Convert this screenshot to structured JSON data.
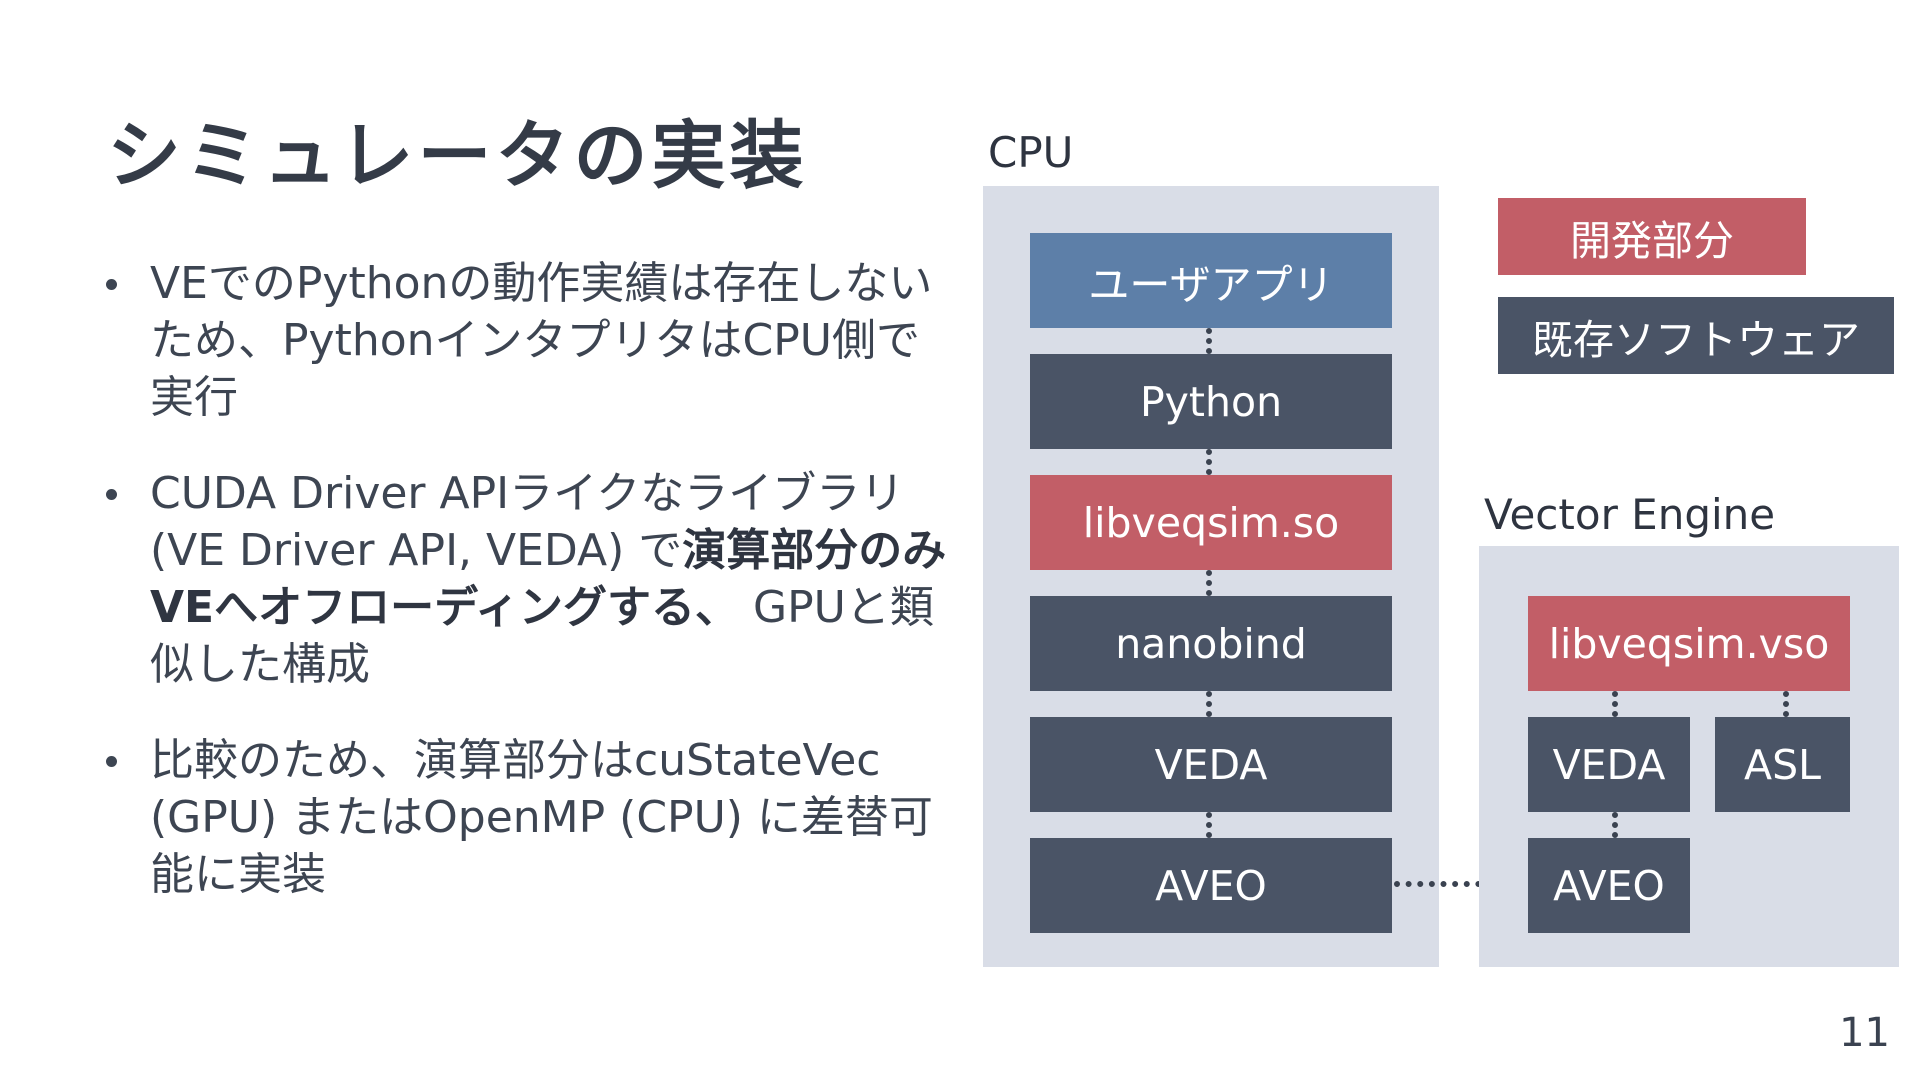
{
  "slide": {
    "title": "シミュレータの実装",
    "page_number": "11"
  },
  "bullets": [
    {
      "parts": [
        {
          "text": "VEでのPythonの動作実績は存在しないため、PythonインタプリタはCPU側で実行",
          "bold": false
        }
      ]
    },
    {
      "parts": [
        {
          "text": "CUDA Driver APIライクなライブラリ (VE Driver API, VEDA) で",
          "bold": false
        },
        {
          "text": "演算部分のみVEへオフローディングする、",
          "bold": true
        },
        {
          "text": " GPUと類似した構成",
          "bold": false
        }
      ]
    },
    {
      "parts": [
        {
          "text": "比較のため、演算部分はcuStateVec (GPU) またはOpenMP (CPU) に差替可能に実装",
          "bold": false
        }
      ]
    }
  ],
  "diagram": {
    "cpu_label": "CPU",
    "ve_label": "Vector Engine",
    "cpu_stack": [
      "ユーザアプリ",
      "Python",
      "libveqsim.so",
      "nanobind",
      "VEDA",
      "AVEO"
    ],
    "ve_top": "libveqsim.vso",
    "ve_veda": "VEDA",
    "ve_asl": "ASL",
    "ve_aveo": "AVEO"
  },
  "legend": {
    "developed": "開発部分",
    "existing": "既存ソフトウェア"
  },
  "colors": {
    "existing": "#4a5466",
    "developed": "#c25e67",
    "user_app": "#5d7fa8",
    "group_background": "#d9dde7"
  }
}
